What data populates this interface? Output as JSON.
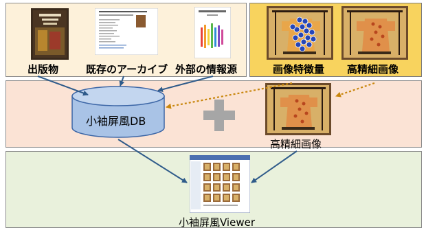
{
  "sources": {
    "publication": "出版物",
    "existing_archive": "既存のアーカイブ",
    "external_source": "外部の情報源"
  },
  "features": {
    "image_features": "画像特徴量",
    "hires_top": "高精細画像"
  },
  "middle": {
    "db_label": "小袖屏風DB",
    "hires_mid": "高精細画像"
  },
  "bottom": {
    "viewer_label": "小袖屏風Viewer"
  },
  "colors": {
    "top_left_bg": "#fdf1da",
    "top_right_bg": "#f8d35e",
    "middle_bg": "#fbe3d5",
    "bottom_bg": "#e9f1dc",
    "cylinder_fill": "#a9c3e6",
    "solid_arrow": "#2f5b8a",
    "dotted_arrow": "#c8860c",
    "plus_gray": "#a6a6a6"
  },
  "icons": [
    "book-cover-icon",
    "archive-page-icon",
    "color-book-icon",
    "kimono-screen-icon",
    "viewer-window-icon"
  ]
}
